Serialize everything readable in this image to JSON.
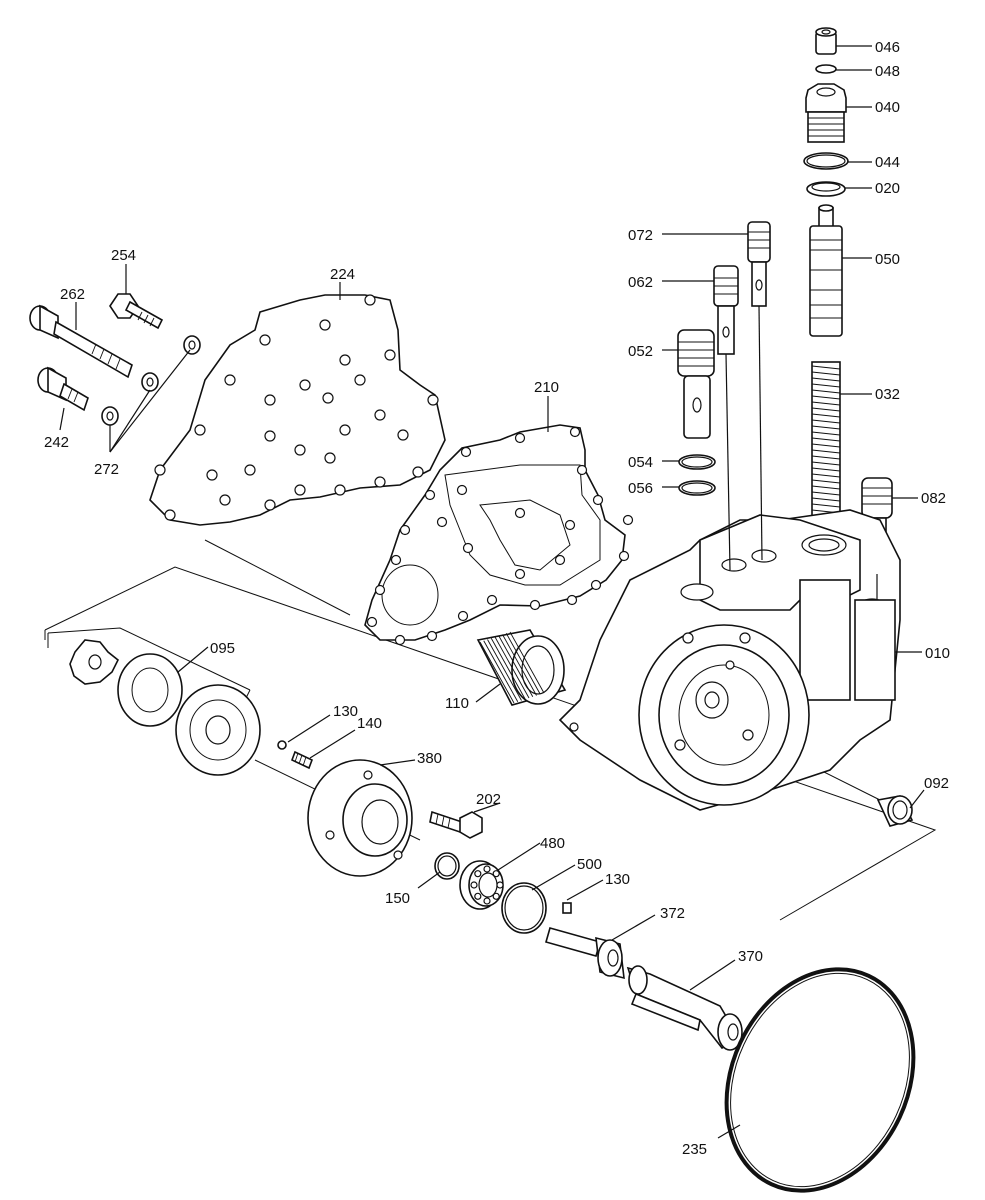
{
  "diagram": {
    "parts": [
      {
        "key": "p046",
        "label": "046"
      },
      {
        "key": "p048",
        "label": "048"
      },
      {
        "key": "p040",
        "label": "040"
      },
      {
        "key": "p044",
        "label": "044"
      },
      {
        "key": "p020",
        "label": "020"
      },
      {
        "key": "p072",
        "label": "072"
      },
      {
        "key": "p050",
        "label": "050"
      },
      {
        "key": "p062",
        "label": "062"
      },
      {
        "key": "p052",
        "label": "052"
      },
      {
        "key": "p032",
        "label": "032"
      },
      {
        "key": "p054",
        "label": "054"
      },
      {
        "key": "p056",
        "label": "056"
      },
      {
        "key": "p082",
        "label": "082"
      },
      {
        "key": "p010",
        "label": "010"
      },
      {
        "key": "p092",
        "label": "092"
      },
      {
        "key": "p254",
        "label": "254"
      },
      {
        "key": "p224",
        "label": "224"
      },
      {
        "key": "p262",
        "label": "262"
      },
      {
        "key": "p210",
        "label": "210"
      },
      {
        "key": "p242",
        "label": "242"
      },
      {
        "key": "p272",
        "label": "272"
      },
      {
        "key": "p095",
        "label": "095"
      },
      {
        "key": "p110",
        "label": "110"
      },
      {
        "key": "p130a",
        "label": "130"
      },
      {
        "key": "p140",
        "label": "140"
      },
      {
        "key": "p380",
        "label": "380"
      },
      {
        "key": "p202",
        "label": "202"
      },
      {
        "key": "p480",
        "label": "480"
      },
      {
        "key": "p500",
        "label": "500"
      },
      {
        "key": "p130b",
        "label": "130"
      },
      {
        "key": "p150",
        "label": "150"
      },
      {
        "key": "p372",
        "label": "372"
      },
      {
        "key": "p370",
        "label": "370"
      },
      {
        "key": "p235",
        "label": "235"
      }
    ]
  }
}
